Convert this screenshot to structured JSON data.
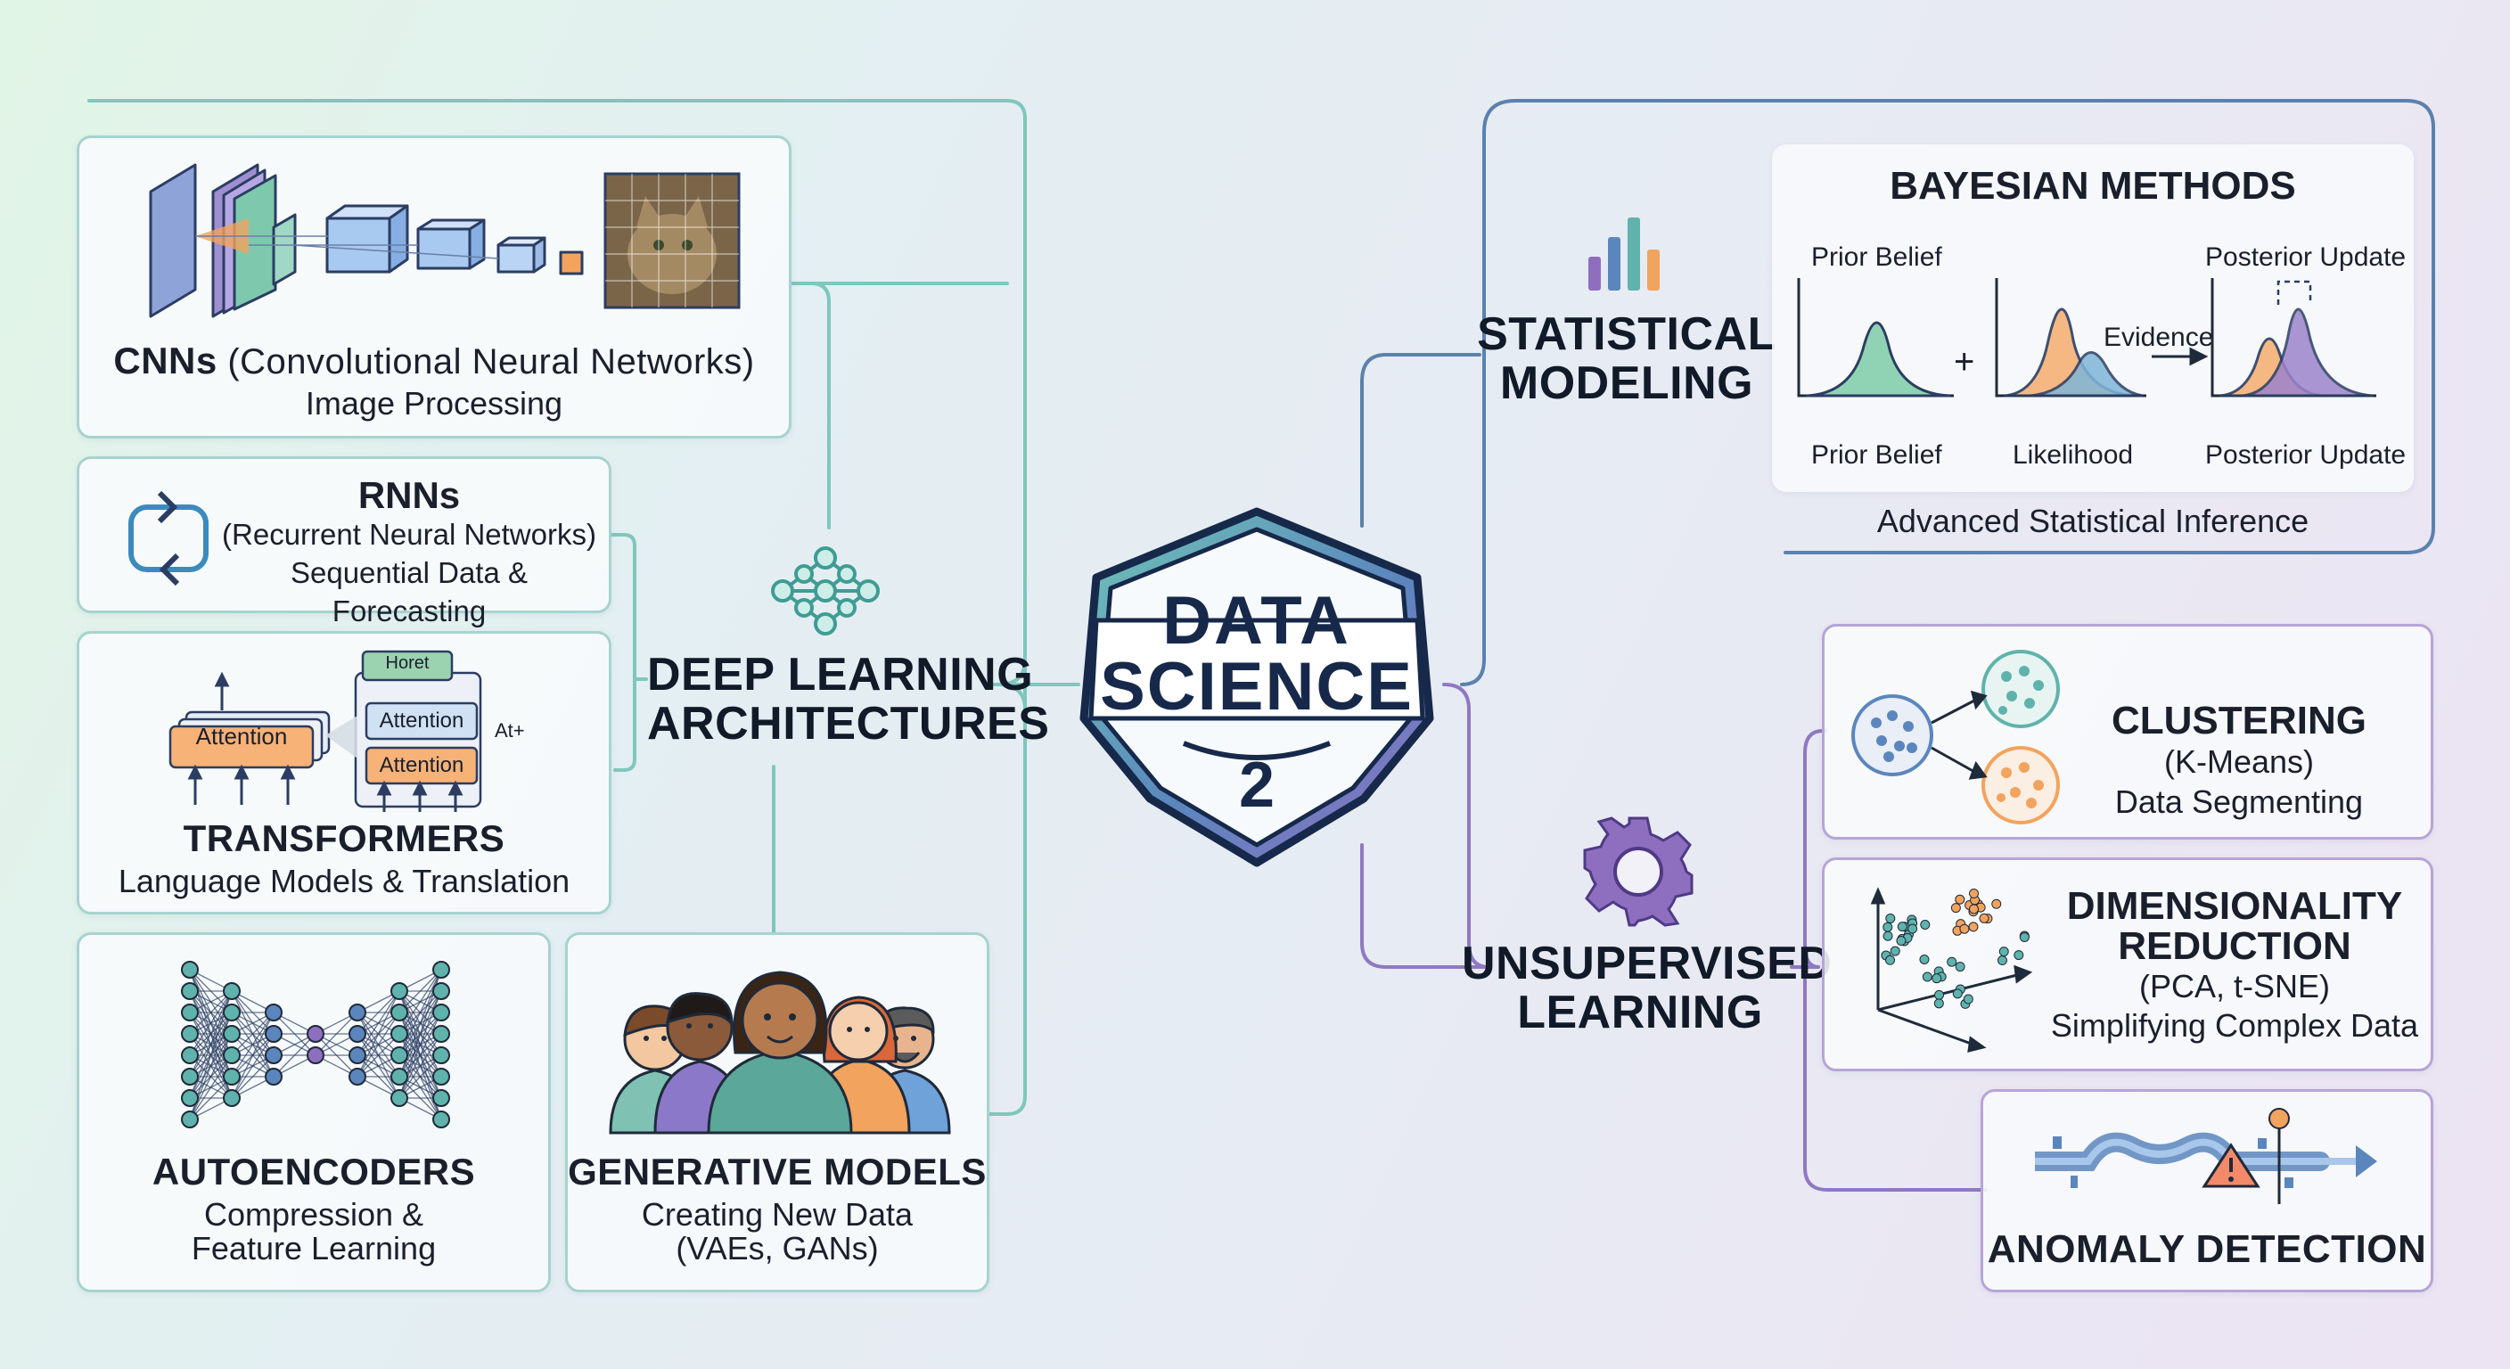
{
  "center": {
    "title_line1": "DATA",
    "title_line2": "SCIENCE",
    "number": "2"
  },
  "deep_learning": {
    "heading_line1": "DEEP LEARNING",
    "heading_line2": "ARCHITECTURES",
    "cnn": {
      "title_bold": "CNNs",
      "title_rest": " (Convolutional Neural Networks)",
      "subtitle": "Image Processing"
    },
    "rnn": {
      "title": "RNNs",
      "line2": "(Recurrent Neural Networks)",
      "line3": "Sequential Data & Forecasting"
    },
    "transformers": {
      "title": "TRANSFORMERS",
      "subtitle": "Language Models & Translation",
      "labels": {
        "attention_left": "Attention",
        "horet": "Horet",
        "attention_top": "Attention",
        "attention_bottom": "Attention",
        "at_plus": "At+"
      }
    },
    "autoencoders": {
      "title": "AUTOENCODERS",
      "line2": "Compression &",
      "line3": "Feature Learning"
    },
    "generative": {
      "title": "GENERATIVE MODELS",
      "line2": "Creating New Data",
      "line3": "(VAEs, GANs)"
    }
  },
  "statistical": {
    "heading_line1": "STATISTICAL",
    "heading_line2": "MODELING",
    "bayesian": {
      "title": "BAYESIAN METHODS",
      "prior_top": "Prior Belief",
      "posterior_top": "Posterior Update",
      "evidence": "Evidence",
      "plus": "+",
      "prior_bottom": "Prior Belief",
      "likelihood": "Likelihood",
      "posterior_bottom": "Posterior Update"
    },
    "footer": "Advanced Statistical Inference"
  },
  "unsupervised": {
    "heading_line1": "UNSUPERVISED",
    "heading_line2": "LEARNING",
    "clustering": {
      "title": "CLUSTERING",
      "line2": "(K-Means)",
      "line3": "Data Segmenting"
    },
    "dimred": {
      "title_line1": "DIMENSIONALITY",
      "title_line2": "REDUCTION",
      "line3": "(PCA, t-SNE)",
      "line4": "Simplifying Complex Data"
    },
    "anomaly": {
      "title": "ANOMALY DETECTION"
    }
  },
  "colors": {
    "teal": "#5fb3ac",
    "purple": "#8e6fbf",
    "navy": "#1f3a5f",
    "orange": "#f2a35e"
  }
}
